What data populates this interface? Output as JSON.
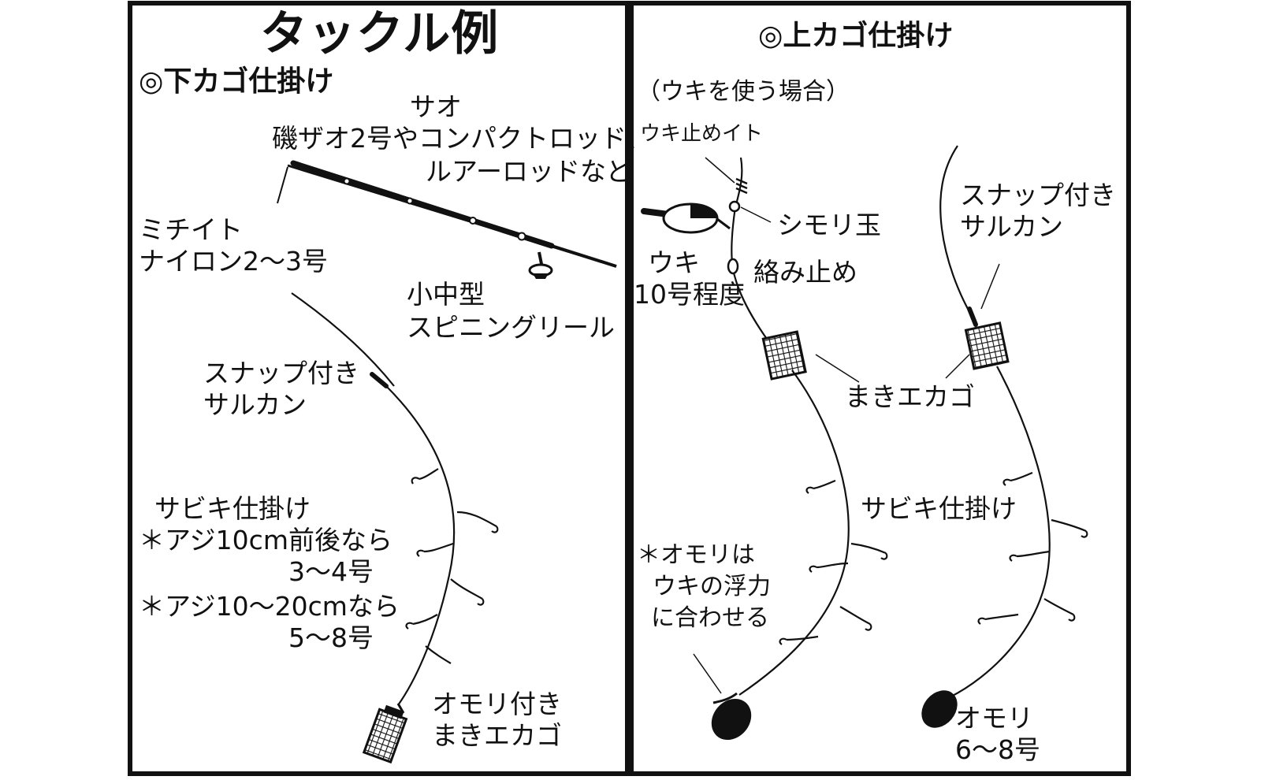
{
  "title": "タックル例",
  "left": {
    "heading": "◎下カゴ仕掛け",
    "rod": {
      "name": "サオ",
      "desc_line1": "磯ザオ2号やコンパクトロッド、",
      "desc_line2": "ルアーロッドなど"
    },
    "line": {
      "name": "ミチイト",
      "spec": "ナイロン2～3号"
    },
    "reel": {
      "line1": "小中型",
      "line2": "スピニングリール"
    },
    "snap": {
      "line1": "スナップ付き",
      "line2": "サルカン"
    },
    "sabiki": {
      "name": "サビキ仕掛け",
      "note1": "＊アジ10cm前後なら",
      "size1": "3～4号",
      "note2": "＊アジ10～20cmなら",
      "size2": "5～8号"
    },
    "basket": {
      "line1": "オモリ付き",
      "line2": "まきエカゴ"
    }
  },
  "right": {
    "heading": "◎上カゴ仕掛け",
    "float_case": "（ウキを使う場合）",
    "stopper": "ウキ止めイト",
    "shimori": "シモリ玉",
    "float": {
      "name": "ウキ",
      "size": "10号程度"
    },
    "tangle": "絡み止め",
    "snap": {
      "line1": "スナップ付き",
      "line2": "サルカン"
    },
    "basket": "まきエカゴ",
    "sabiki": "サビキ仕掛け",
    "sinker_note": {
      "line1": "＊オモリは",
      "line2": "ウキの浮力",
      "line3": "に合わせる"
    },
    "sinker": {
      "name": "オモリ",
      "size": "6～8号"
    }
  }
}
